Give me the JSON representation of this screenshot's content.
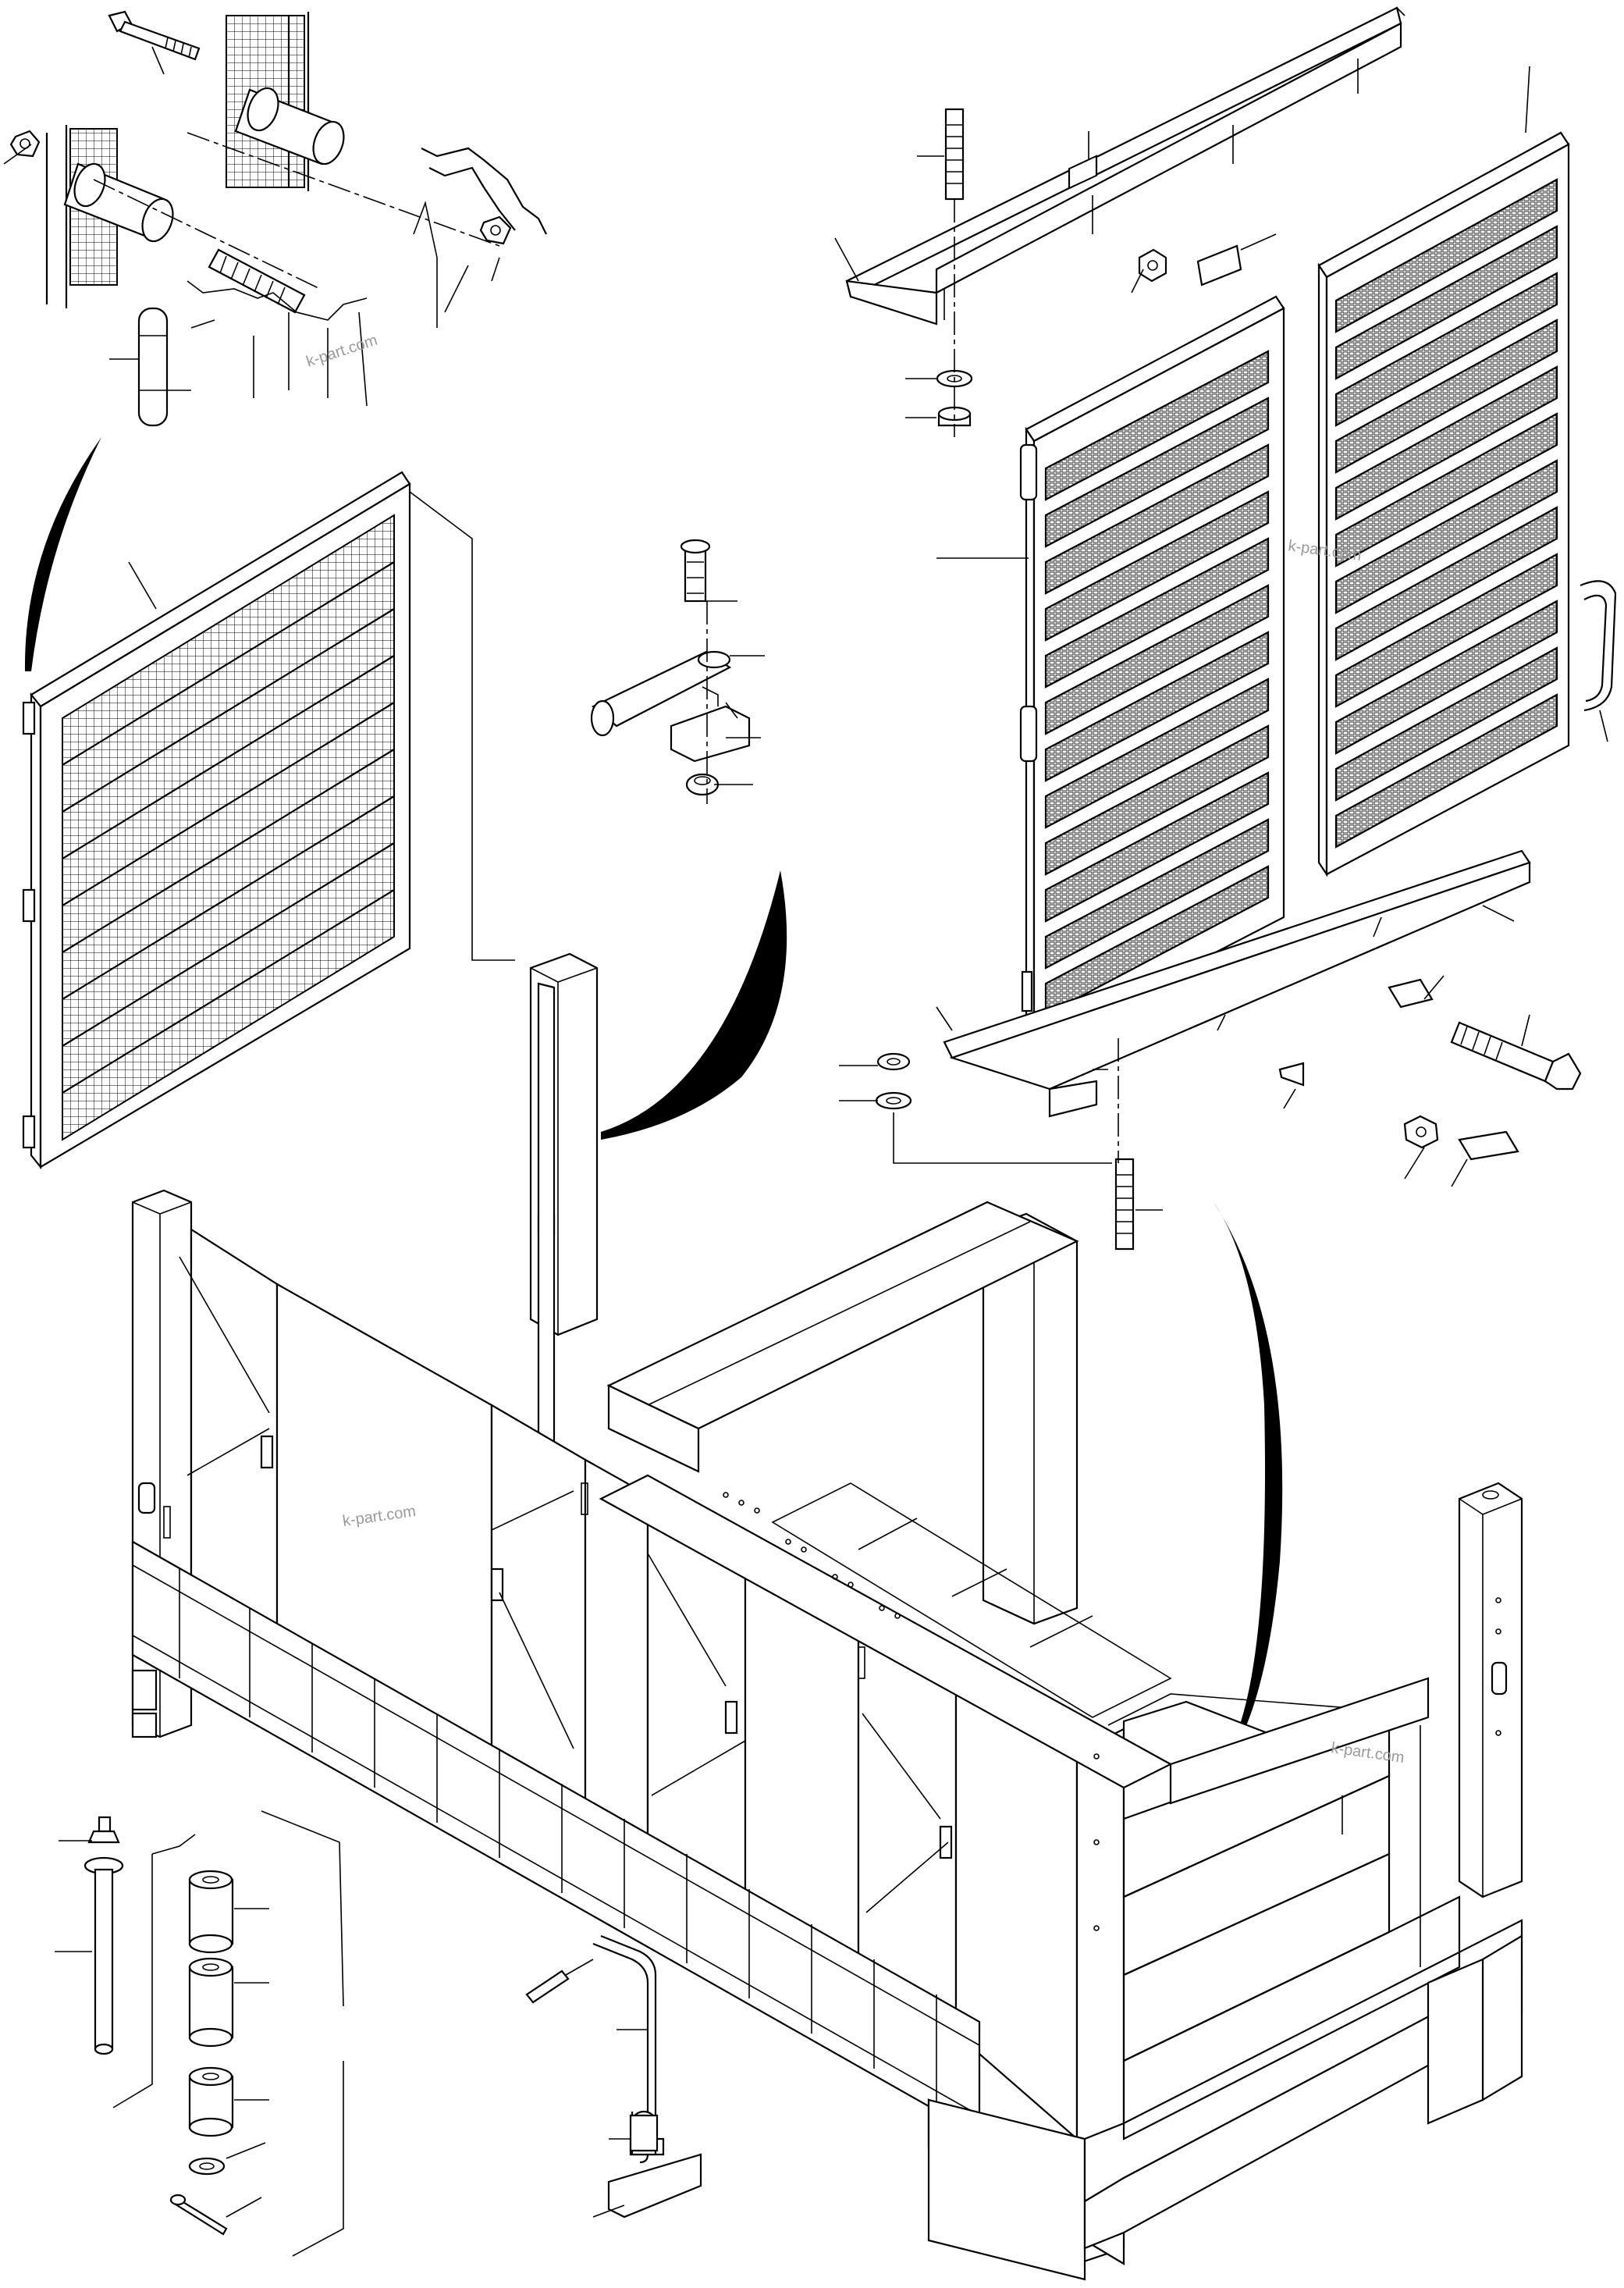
{
  "figure": {
    "watermarks": [
      "k-part.com",
      "k-part.com",
      "k-part.com",
      "k-part.com"
    ]
  },
  "parts": [
    "hinge-bolt-assembly",
    "left-radiator-grille",
    "center-bracket-assembly",
    "right-radiator-grille-door",
    "right-radiator-grille-panel",
    "top-frame-rail",
    "bottom-frame-rail",
    "grille-handle",
    "frame-structure",
    "hinge-pin-assembly",
    "latch-key-assembly"
  ]
}
